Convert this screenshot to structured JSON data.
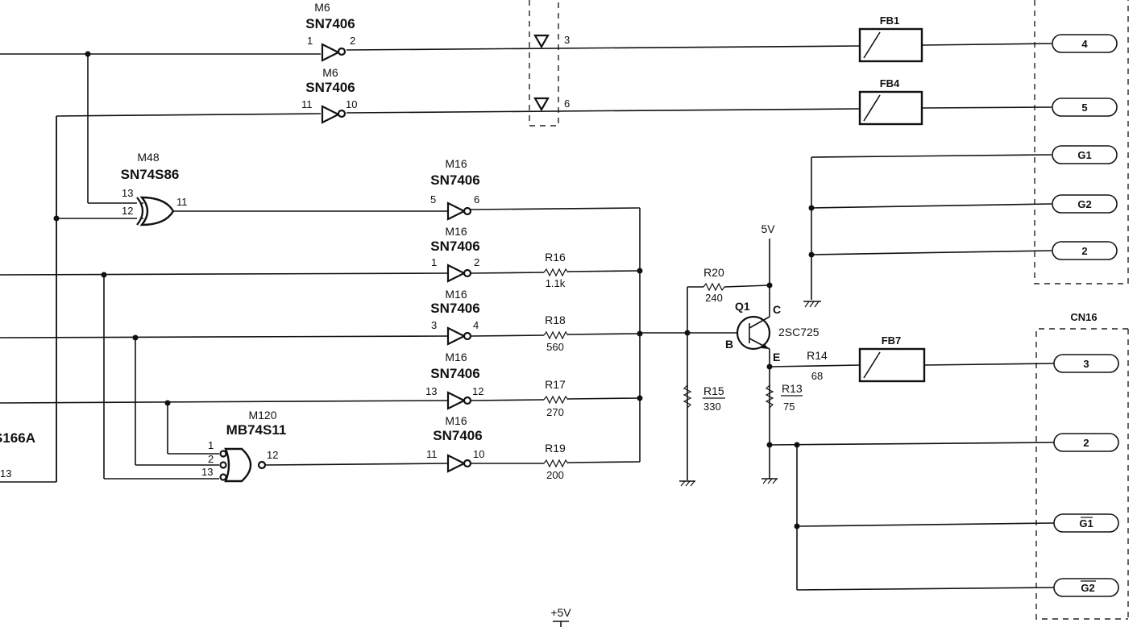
{
  "gates": {
    "m6a": {
      "ref": "M6",
      "part": "SN7406",
      "pin_in": "1",
      "pin_out": "2"
    },
    "m6b": {
      "ref": "M6",
      "part": "SN7406",
      "pin_in": "11",
      "pin_out": "10"
    },
    "m48": {
      "ref": "M48",
      "part": "SN74S86",
      "pin_a": "13",
      "pin_b": "12",
      "pin_out": "11"
    },
    "m16a": {
      "ref": "M16",
      "part": "SN7406",
      "pin_in": "5",
      "pin_out": "6"
    },
    "m16b": {
      "ref": "M16",
      "part": "SN7406",
      "pin_in": "1",
      "pin_out": "2"
    },
    "m16c": {
      "ref": "M16",
      "part": "SN7406",
      "pin_in": "3",
      "pin_out": "4"
    },
    "m16d": {
      "ref": "M16",
      "part": "SN7406",
      "pin_in": "13",
      "pin_out": "12"
    },
    "m16e": {
      "ref": "M16",
      "part": "SN7406",
      "pin_in": "11",
      "pin_out": "10"
    },
    "m120": {
      "ref": "M120",
      "part": "MB74S11",
      "pin_1": "1",
      "pin_2": "2",
      "pin_3": "13",
      "pin_out": "12"
    }
  },
  "resistors": {
    "r16": {
      "ref": "R16",
      "value": "1.1k"
    },
    "r18": {
      "ref": "R18",
      "value": "560"
    },
    "r17": {
      "ref": "R17",
      "value": "270"
    },
    "r19": {
      "ref": "R19",
      "value": "200"
    },
    "r20": {
      "ref": "R20",
      "value": "240"
    },
    "r15": {
      "ref": "R15",
      "value": "330"
    },
    "r14": {
      "ref": "R14",
      "value": "68"
    },
    "r13": {
      "ref": "R13",
      "value": "75"
    }
  },
  "transistor": {
    "ref": "Q1",
    "part": "2SC725",
    "c": "C",
    "b": "B",
    "e": "E",
    "supply": "5V"
  },
  "ferrite_beads": {
    "fb1": "FB1",
    "fb4": "FB4",
    "fb7": "FB7"
  },
  "buffers": {
    "pin_a": "3",
    "pin_b": "6"
  },
  "connectors": {
    "upper": [
      "4",
      "5",
      "G1",
      "G2",
      "2"
    ],
    "cn16_title": "CN16",
    "cn16": [
      "3",
      "2",
      "G1",
      "G2"
    ]
  },
  "left_chip": {
    "part": "S166A",
    "pin": "13"
  },
  "bottom_supply": "+5V"
}
